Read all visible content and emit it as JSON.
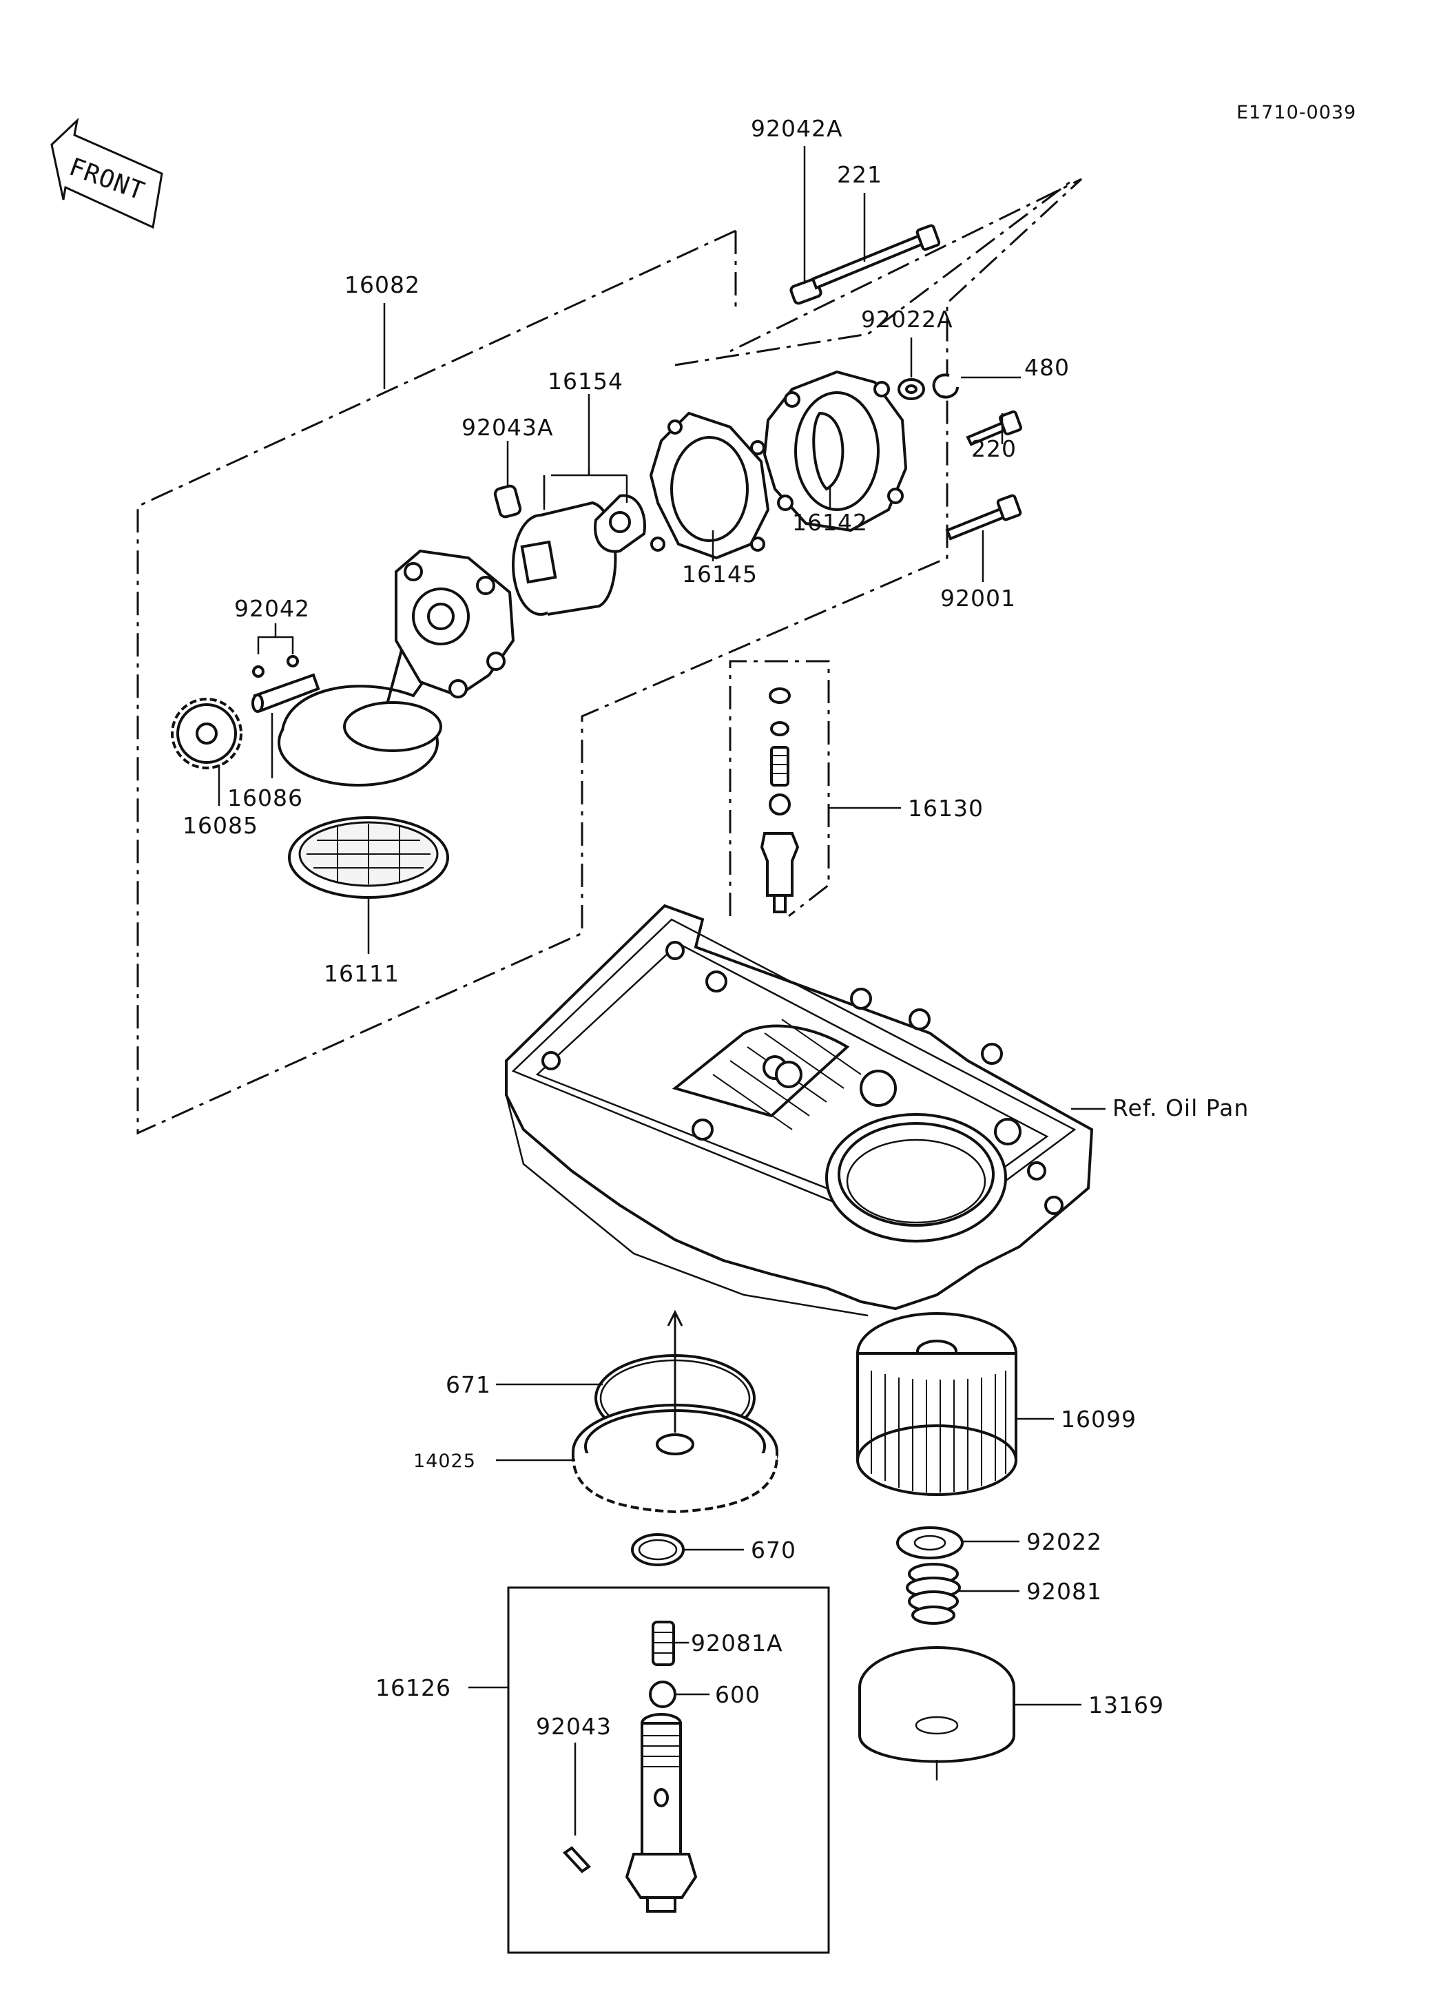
{
  "diagram_code": "E1710-0039",
  "front_arrow": "FRONT",
  "parts": {
    "p92042A": "92042A",
    "p221": "221",
    "p16082": "16082",
    "p92022A": "92022A",
    "p480": "480",
    "p16154": "16154",
    "p92043A": "92043A",
    "p220": "220",
    "p16142": "16142",
    "p16145": "16145",
    "p92001": "92001",
    "p92042": "92042",
    "p16086": "16086",
    "p16085": "16085",
    "p16130": "16130",
    "p16111": "16111",
    "oil_pan_ref": "Ref. Oil Pan",
    "p671": "671",
    "p16099": "16099",
    "p14025": "14025",
    "p92022": "92022",
    "p670": "670",
    "p92081": "92081",
    "p92081A": "92081A",
    "p16126": "16126",
    "p600": "600",
    "p13169": "13169",
    "p92043": "92043"
  }
}
